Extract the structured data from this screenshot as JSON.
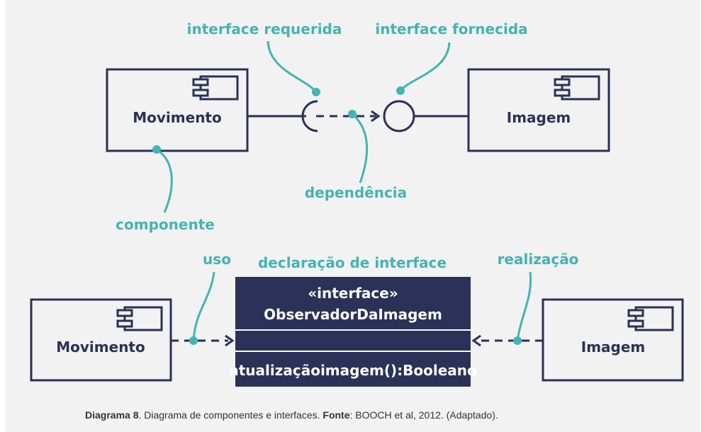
{
  "labels": {
    "interface_requerida": "interface requerida",
    "interface_fornecida": "interface fornecida",
    "dependencia": "dependência",
    "componente": "componente",
    "uso": "uso",
    "declaracao_interface": "declaração de interface",
    "realizacao": "realização"
  },
  "components": {
    "top_left": "Movimento",
    "top_right": "Imagem",
    "bottom_left": "Movimento",
    "bottom_right": "Imagem"
  },
  "interface_box": {
    "stereotype": "«interface»",
    "name": "ObservadorDaImagem",
    "operation": "atualizaçãoimagem():Booleano"
  },
  "caption": {
    "bold1": "Diagrama 8",
    "text1": ". Diagrama de componentes e interfaces. ",
    "bold2": "Fonte",
    "text2": ": BOOCH et al, 2012. (Adaptado)."
  },
  "colors": {
    "navy": "#2b3157",
    "teal": "#44b3b3",
    "panel": "#f2f2f2"
  }
}
